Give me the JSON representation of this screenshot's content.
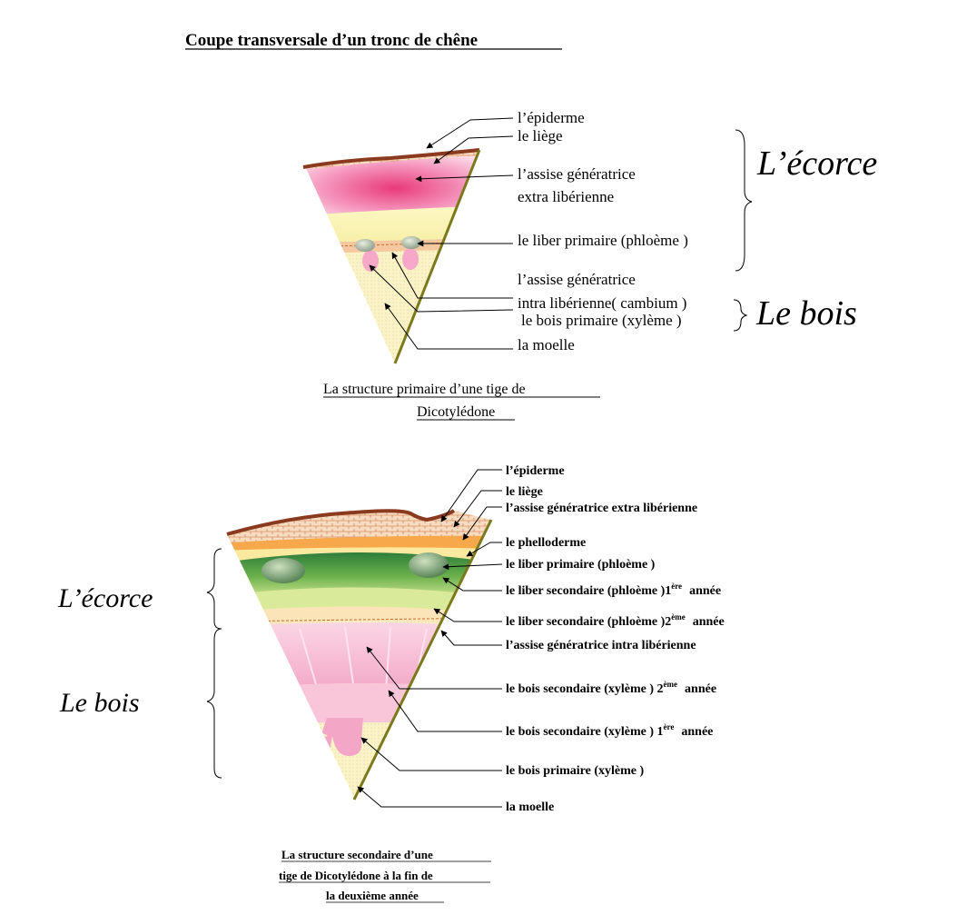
{
  "title": "Coupe transversale d’un tronc de chêne",
  "diagram1": {
    "labels": {
      "epiderme": "l’épiderme",
      "liege": "le liège",
      "assise_extra_1": "l’assise génératrice",
      "assise_extra_2": "extra libérienne",
      "liber": "le liber primaire (phloème )",
      "assise_intra_1": "l’assise génératrice",
      "assise_intra_2": "intra libérienne( cambium )",
      "bois": "le bois primaire (xylème )",
      "moelle": "la moelle"
    },
    "group_ecorce": "L’écorce",
    "group_bois": "Le bois",
    "caption_1": "La structure primaire d’une tige de",
    "caption_2": "Dicotylédone"
  },
  "diagram2": {
    "labels": {
      "epiderme": "l’épiderme",
      "liege": "le liège",
      "assise_extra": "l’assise génératrice extra libérienne",
      "phelloderme": "le phelloderme",
      "liber_primaire": "le liber primaire (phloème )",
      "liber_sec1_a": "le liber secondaire (phloème )1",
      "liber_sec1_sup": "ère",
      "liber_sec1_b": "année",
      "liber_sec2_a": "le liber secondaire (phloème )2",
      "liber_sec2_sup": "ème",
      "liber_sec2_b": "année",
      "assise_intra": "l’assise génératrice intra libérienne",
      "bois_sec2_a": "le bois secondaire (xylème ) 2",
      "bois_sec2_sup": "ème",
      "bois_sec2_b": "année",
      "bois_sec1_a": "le bois secondaire (xylème ) 1",
      "bois_sec1_sup": "ère",
      "bois_sec1_b": "année",
      "bois_primaire": "le bois primaire (xylème )",
      "moelle": "la moelle"
    },
    "group_ecorce": "L’écorce",
    "group_bois": "Le bois",
    "caption_1": "La structure secondaire d’une",
    "caption_2": "tige de Dicotylédone à la fin de",
    "caption_3": "la deuxième année"
  },
  "colors": {
    "bark": "#8a3a1e",
    "cork": "#f3d7b4",
    "edge": "#7a7a1c",
    "pink": "#f06ca0",
    "yellow": "#fbf5b4",
    "green": "#3c8e3c"
  }
}
